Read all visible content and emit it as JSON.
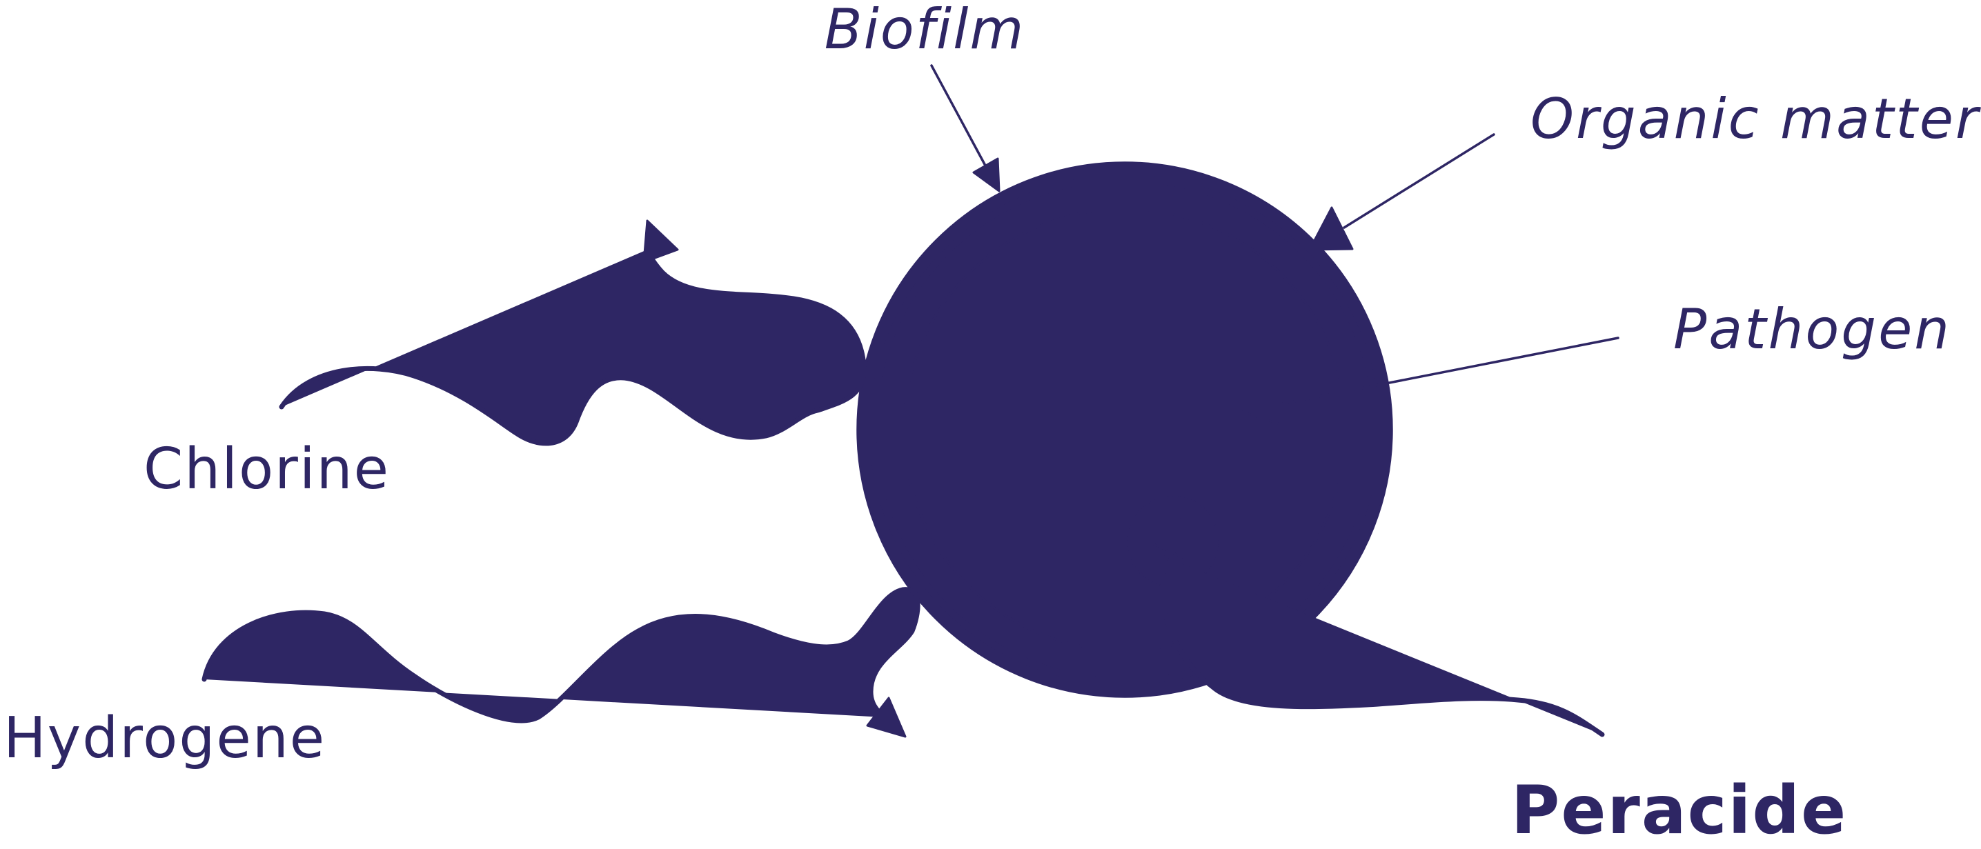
{
  "labels": {
    "biofilm": "Biofilm",
    "organic_matter": "Organic matter",
    "pathogen": "Pathogen",
    "chlorine": "Chlorine",
    "hydrogene": "Hydrogene",
    "peracide": "Peracide"
  },
  "colors": {
    "ink": "#2e2664",
    "background": "#ffffff"
  }
}
